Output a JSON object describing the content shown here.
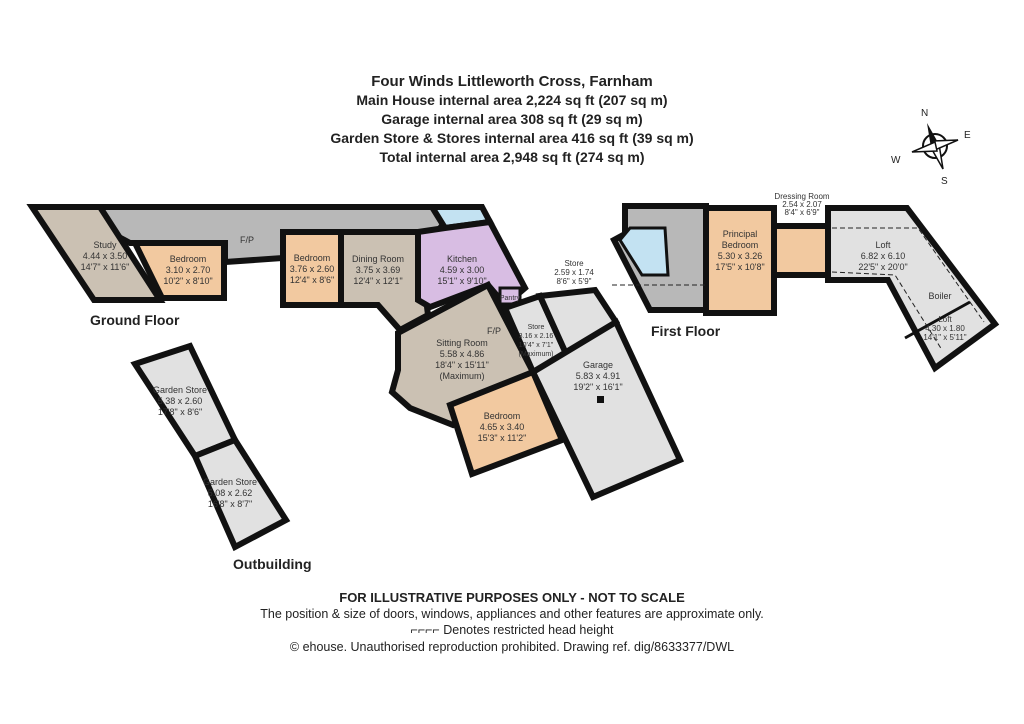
{
  "header": {
    "title": "Four Winds Littleworth Cross, Farnham",
    "lines": [
      "Main House internal area 2,224 sq ft (207 sq m)",
      "Garage internal area 308 sq ft (29 sq m)",
      "Garden Store & Stores internal area 416 sq ft (39 sq m)",
      "Total internal area 2,948 sq ft (274 sq m)"
    ]
  },
  "compass": {
    "n": "N",
    "e": "E",
    "s": "S",
    "w": "W"
  },
  "floors": {
    "ground": "Ground Floor",
    "first": "First Floor",
    "outbuilding": "Outbuilding"
  },
  "rooms": {
    "study": {
      "name": "Study",
      "metric": "4.44 x 3.50",
      "imperial": "14'7\" x 11'6\""
    },
    "bedroom1": {
      "name": "Bedroom",
      "metric": "3.10 x 2.70",
      "imperial": "10'2\" x 8'10\""
    },
    "bedroom2": {
      "name": "Bedroom",
      "metric": "3.76 x 2.60",
      "imperial": "12'4\" x 8'6\""
    },
    "dining": {
      "name": "Dining Room",
      "metric": "3.75 x 3.69",
      "imperial": "12'4\" x 12'1\""
    },
    "kitchen": {
      "name": "Kitchen",
      "metric": "4.59 x 3.00",
      "imperial": "15'1\" x 9'10\""
    },
    "pantry": {
      "name": "Pantry"
    },
    "sitting": {
      "name": "Sitting Room",
      "metric": "5.58 x 4.86",
      "imperial": "18'4\" x 15'11\"",
      "note": "(Maximum)"
    },
    "bedroom3": {
      "name": "Bedroom",
      "metric": "4.65 x 3.40",
      "imperial": "15'3\" x 11'2\""
    },
    "store_small": {
      "name": "Store",
      "metric": "3.16 x 2.16",
      "imperial": "10'4\" x 7'1\"",
      "note": "(Maximum)"
    },
    "store_top": {
      "name": "Store",
      "metric": "2.59 x 1.74",
      "imperial": "8'6\" x 5'9\""
    },
    "garage": {
      "name": "Garage",
      "metric": "5.83 x 4.91",
      "imperial": "19'2\" x 16'1\""
    },
    "garden_store1": {
      "name": "Garden Store",
      "metric": "5.38 x 2.60",
      "imperial": "17'8\" x 8'6\""
    },
    "garden_store2": {
      "name": "Garden Store",
      "metric": "5.08 x 2.62",
      "imperial": "16'8\" x 8'7\""
    },
    "principal": {
      "name": "Principal",
      "name2": "Bedroom",
      "metric": "5.30 x 3.26",
      "imperial": "17'5\" x 10'8\""
    },
    "dressing": {
      "name": "Dressing Room",
      "metric": "2.54 x 2.07",
      "imperial": "8'4\" x 6'9\""
    },
    "loft1": {
      "name": "Loft",
      "metric": "6.82 x 6.10",
      "imperial": "22'5\" x 20'0\""
    },
    "loft2": {
      "name": "Loft",
      "metric": "4.30 x 1.80",
      "imperial": "14'1\" x 5'11\""
    },
    "boiler": "Boiler",
    "fp": "F/P"
  },
  "footer": {
    "disclaimer": "FOR ILLUSTRATIVE PURPOSES ONLY - NOT TO SCALE",
    "note": "The position & size of doors, windows, appliances and other features are approximate only.",
    "legend_symbol": "⌐⌐⌐⌐",
    "legend": "Denotes restricted head height",
    "copyright": "© ehouse. Unauthorised reproduction prohibited. Drawing ref. dig/8633377/DWL"
  },
  "colors": {
    "bedroom": "#f2c9a0",
    "living": "#cbc1b3",
    "hall": "#b8b8b8",
    "kitchen": "#d8bde3",
    "bath": "#c3e2f2",
    "store": "#e1e1e1"
  }
}
